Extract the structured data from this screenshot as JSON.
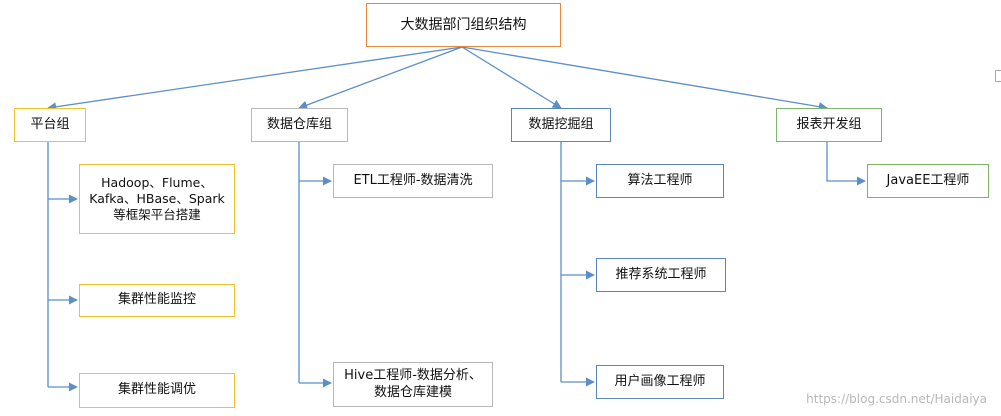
{
  "root": "大数据部门组织结构",
  "groups": [
    {
      "label": "平台组",
      "items": [
        "Hadoop、Flume、Kafka、HBase、Spark等框架平台搭建",
        "集群性能监控",
        "集群性能调优"
      ]
    },
    {
      "label": "数据仓库组",
      "items": [
        "ETL工程师-数据清洗",
        "Hive工程师-数据分析、数据仓库建模"
      ]
    },
    {
      "label": "数据挖掘组",
      "items": [
        "算法工程师",
        "推荐系统工程师",
        "用户画像工程师"
      ]
    },
    {
      "label": "报表开发组",
      "items": [
        "JavaEE工程师"
      ]
    }
  ],
  "watermark": "https://blog.csdn.net/Haidaiya",
  "colors": {
    "connector": "#5b8fc9",
    "root_border": "#e8893a",
    "platform_border": "#f2c22e",
    "warehouse_border": "#b8b8b8",
    "mining_border": "#5a86bd",
    "report_border": "#7fb56a"
  }
}
